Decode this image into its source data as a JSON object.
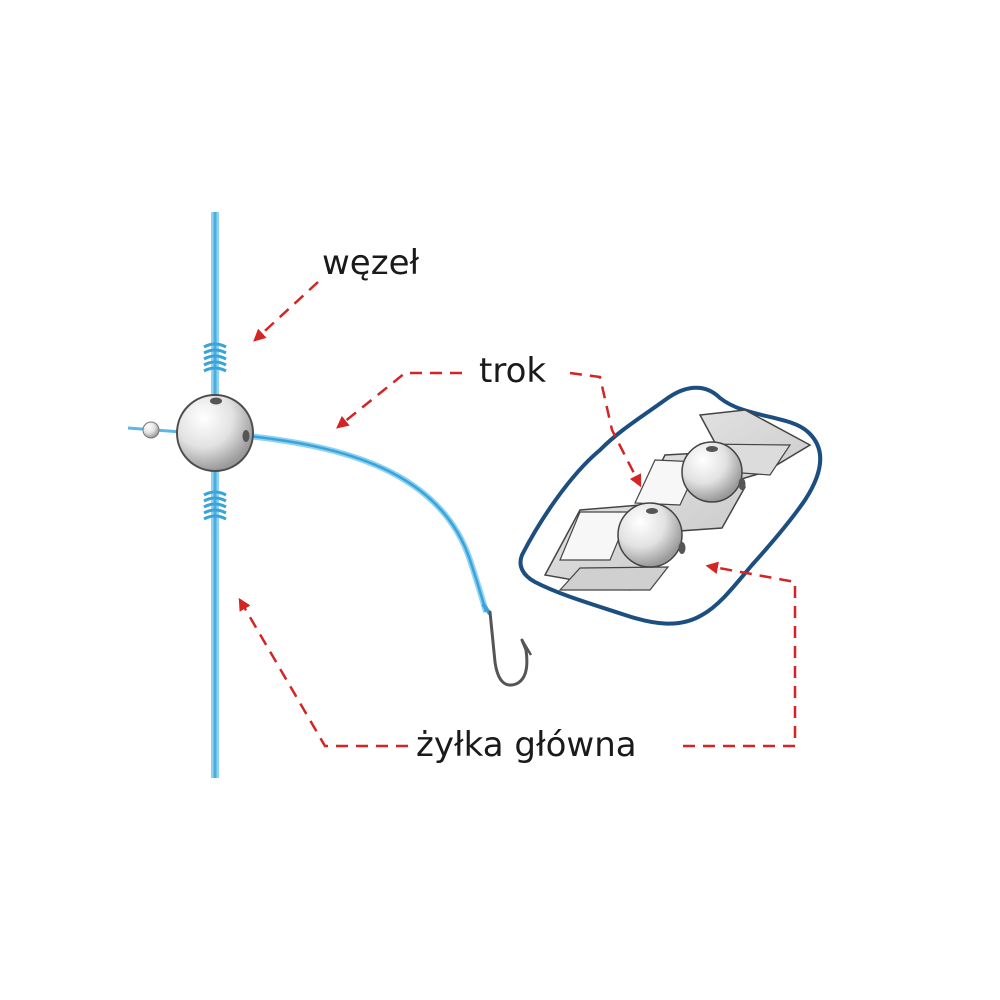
{
  "labels": {
    "knot": "węzeł",
    "trok": "trok",
    "main_line": "żyłka główna"
  },
  "colors": {
    "line": "#5ab8e6",
    "line_dark": "#2f8fc4",
    "arrow": "#d42424",
    "outline": "#1c4e80",
    "bead": "#e6e6e6",
    "card": "#d8d8d8"
  },
  "icons": [
    "knot-icon",
    "bead-icon",
    "hook-icon",
    "bead-card-icon"
  ]
}
